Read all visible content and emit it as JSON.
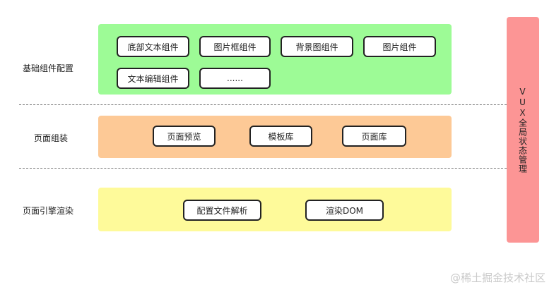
{
  "rows": {
    "basic": {
      "label": "基础组件配置",
      "items": [
        "底部文本组件",
        "图片框组件",
        "背景图组件",
        "图片组件",
        "文本编辑组件",
        "......"
      ]
    },
    "assembly": {
      "label": "页面组装",
      "items": [
        "页面预览",
        "模板库",
        "页面库"
      ]
    },
    "render": {
      "label": "页面引擎渲染",
      "items": [
        "配置文件解析",
        "渲染DOM"
      ]
    }
  },
  "side_panel": {
    "label": "VUX全局状态管理"
  },
  "watermark": "@稀土掘金技术社区",
  "colors": {
    "basic_band": "#9dfb96",
    "assembly_band": "#fdc996",
    "render_band": "#fefa9a",
    "side_panel": "#fc9595"
  }
}
